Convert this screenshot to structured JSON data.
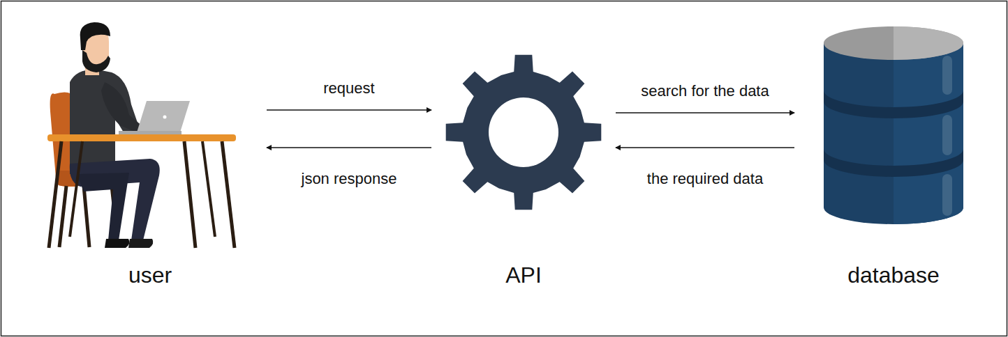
{
  "diagram": {
    "nodes": [
      {
        "text": [
          "user"
        ]
      },
      {
        "text": [
          "API"
        ]
      },
      {
        "text": [
          "database"
        ]
      }
    ],
    "edges": [
      {
        "from": 0,
        "to": 1,
        "arrow": "to",
        "label": "request"
      },
      {
        "from": 1,
        "to": 0,
        "arrow": "to",
        "label": "json response"
      },
      {
        "from": 1,
        "to": 2,
        "arrow": "to",
        "label": "search for the data"
      },
      {
        "from": 2,
        "to": 1,
        "arrow": "to",
        "label": "the required data"
      }
    ]
  }
}
